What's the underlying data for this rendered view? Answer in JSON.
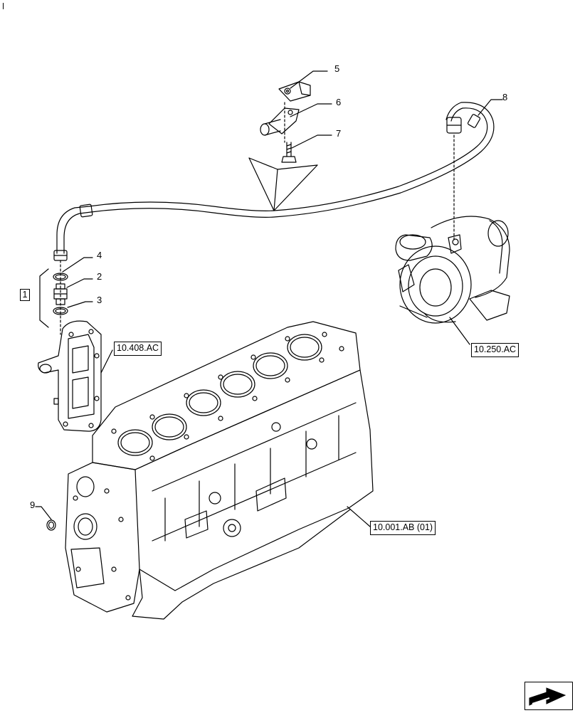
{
  "callouts": [
    "1",
    "2",
    "3",
    "4",
    "5",
    "6",
    "7",
    "8",
    "9"
  ],
  "references": {
    "cylinder_head_ref": "10.408.AC",
    "turbocharger_ref": "10.250.AC",
    "engine_block_ref": "10.001.AB (01)"
  },
  "kit_label": "1",
  "nav_icon": "next-page-arrow-icon"
}
